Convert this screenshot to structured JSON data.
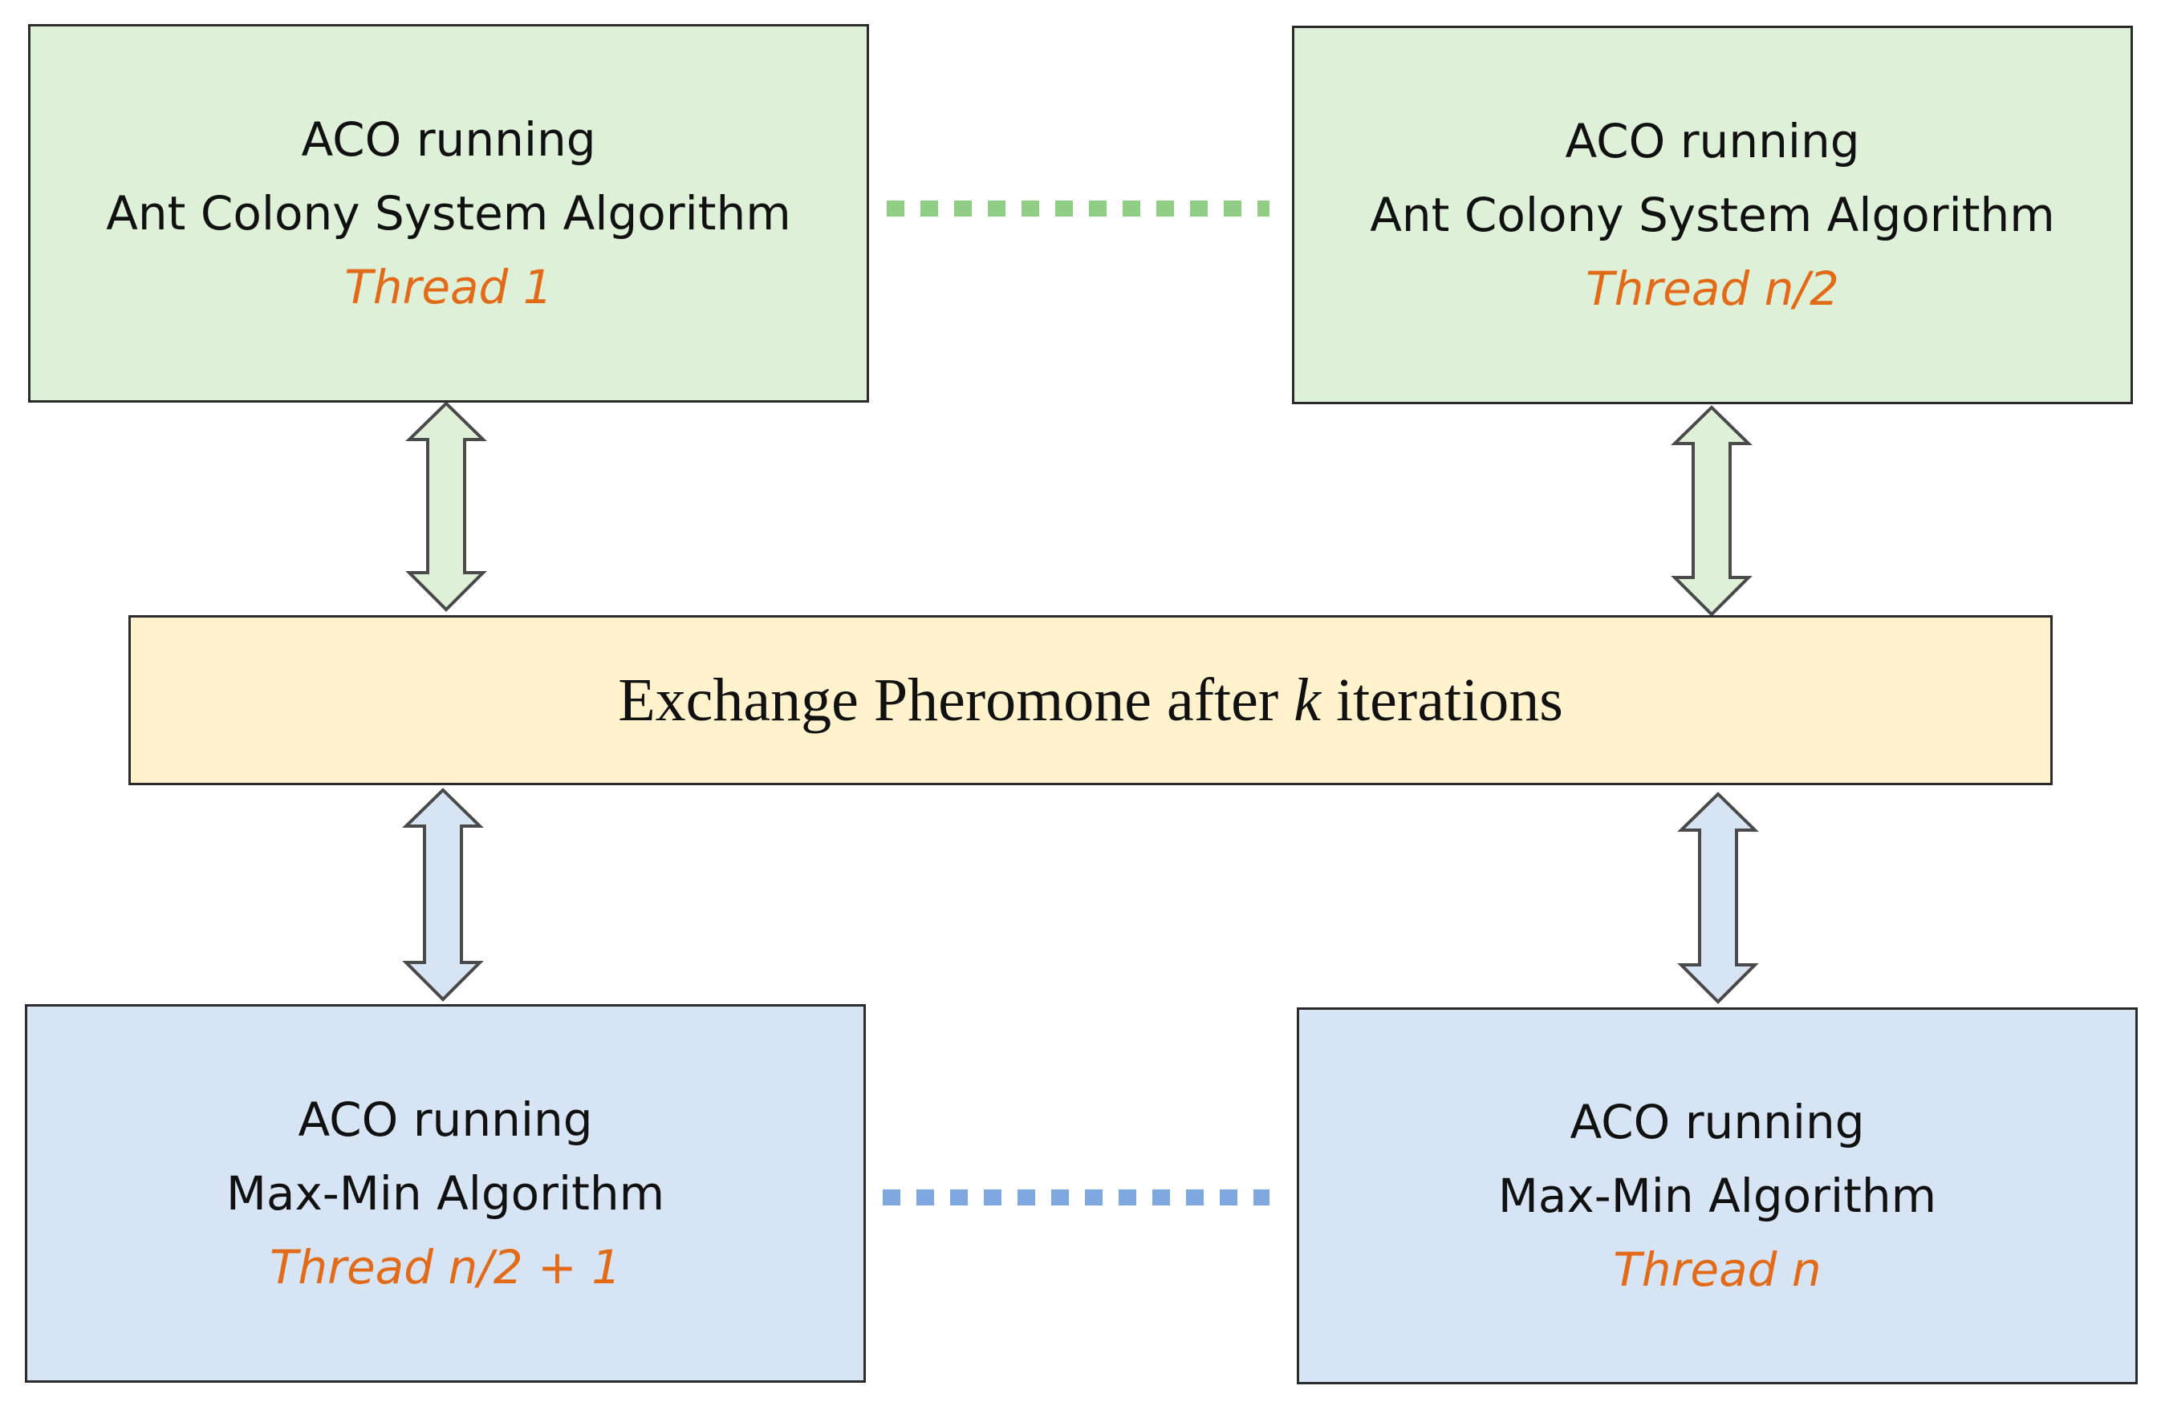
{
  "boxes": [
    {
      "line1": "ACO running",
      "line2": "Ant Colony System Algorithm",
      "thread": "Thread 1"
    },
    {
      "line1": "ACO running",
      "line2": "Ant Colony System Algorithm",
      "thread": "Thread n/2"
    },
    {
      "line1": "ACO running",
      "line2": "Max-Min Algorithm",
      "thread": "Thread n/2 + 1"
    },
    {
      "line1": "ACO running",
      "line2": "Max-Min Algorithm",
      "thread": "Thread n"
    }
  ],
  "exchange": {
    "prefix": "Exchange Pheromone after ",
    "variable": "k",
    "suffix": " iterations"
  },
  "colors": {
    "green_fill": "#dff0d8",
    "blue_fill": "#d6e4f4",
    "yellow_fill": "#fff2cc",
    "thread_text": "#e26b1a",
    "green_dots": "#8fce84",
    "blue_dots": "#7fa7e0",
    "border": "#2b2b2b"
  }
}
